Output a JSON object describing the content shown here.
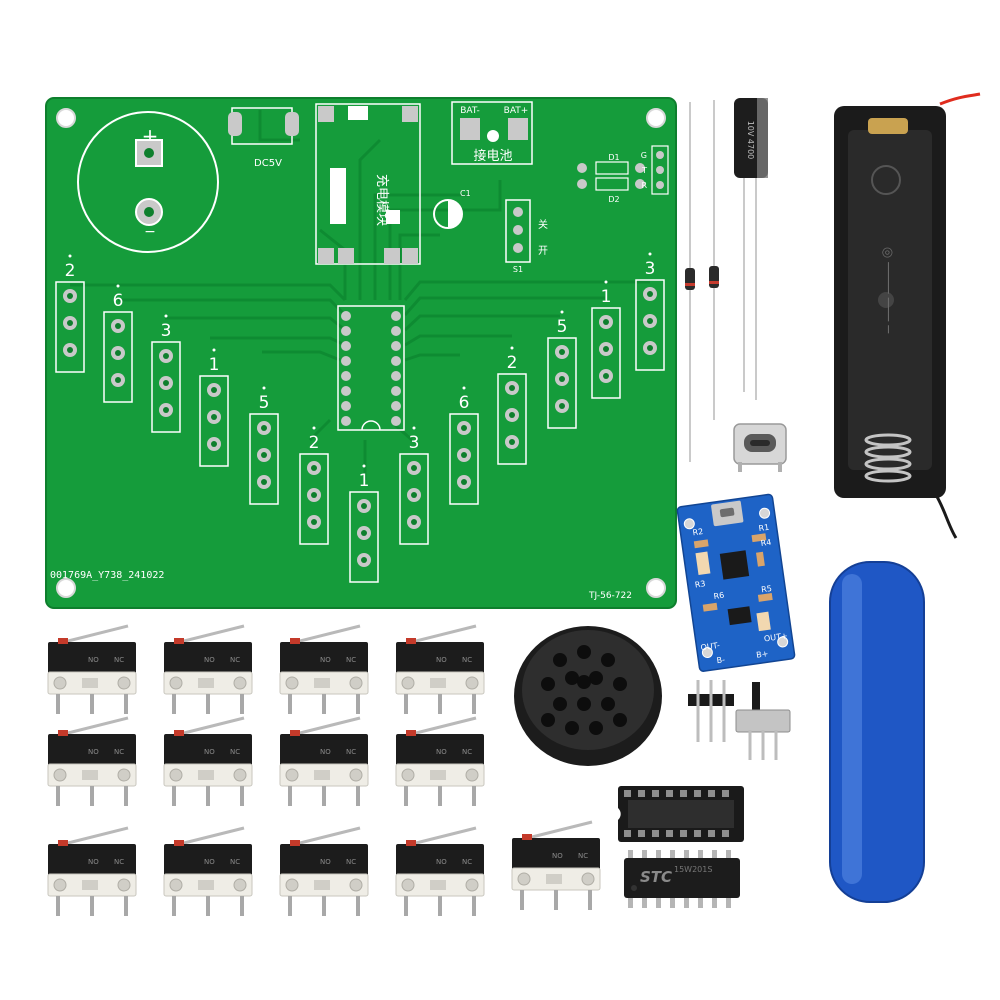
{
  "pcb": {
    "power_label": "DC5V",
    "bat_minus": "BAT-",
    "bat_plus": "BAT+",
    "bat_connect_label": "接电池",
    "charge_module_label": "充电模块",
    "plus_sign": "+",
    "minus_sign": "−",
    "switch_off": "关",
    "switch_on": "开",
    "switch_ref": "S1",
    "diode1": "D1",
    "diode2": "D2",
    "rgb_g": "G",
    "rgb_t": "T",
    "rgb_r": "R",
    "board_code": "001769A_Y738_241022",
    "board_id": "TJ-56-722",
    "capacitor_ref": "C1",
    "key_numbers": [
      "2",
      "6",
      "3",
      "1",
      "5",
      "2",
      "1",
      "3",
      "6",
      "2",
      "5",
      "1",
      "3"
    ]
  },
  "charger_module": {
    "r3": "R3",
    "r4": "R4",
    "r5": "R5",
    "r6": "R6",
    "r1": "R1",
    "r2": "R2",
    "out_minus": "OUT-",
    "out_plus": "OUT+",
    "b_minus": "B-",
    "b_plus": "B+"
  },
  "microswitch": {
    "no": "NO",
    "nc": "NC",
    "count": 13
  },
  "ic": {
    "brand": "STC",
    "model": "15W201S"
  },
  "capacitor": {
    "text": "10V 4700"
  },
  "colors": {
    "pcb": "#169E3C",
    "pcb_dark": "#0C7A2A",
    "silk": "#ffffff",
    "module": "#1E63C6",
    "battery": "#1F57C5"
  }
}
